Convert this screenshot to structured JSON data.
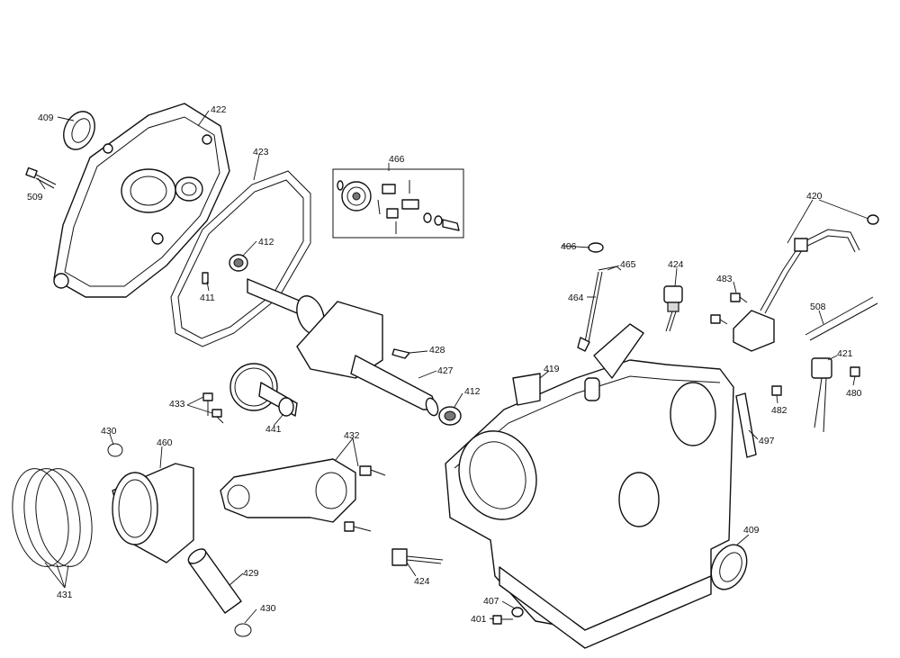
{
  "callouts": {
    "c401": "401",
    "c406": "406",
    "c407": "407",
    "c409a": "409",
    "c409b": "409",
    "c411": "411",
    "c412a": "412",
    "c412b": "412",
    "c419": "419",
    "c420": "420",
    "c421": "421",
    "c422": "422",
    "c423": "423",
    "c424a": "424",
    "c424b": "424",
    "c427": "427",
    "c428": "428",
    "c429": "429",
    "c430a": "430",
    "c430b": "430",
    "c431": "431",
    "c432": "432",
    "c433": "433",
    "c441": "441",
    "c460": "460",
    "c464": "464",
    "c465": "465",
    "c466": "466",
    "c480": "480",
    "c482": "482",
    "c483": "483",
    "c497": "497",
    "c508": "508",
    "c509": "509"
  }
}
